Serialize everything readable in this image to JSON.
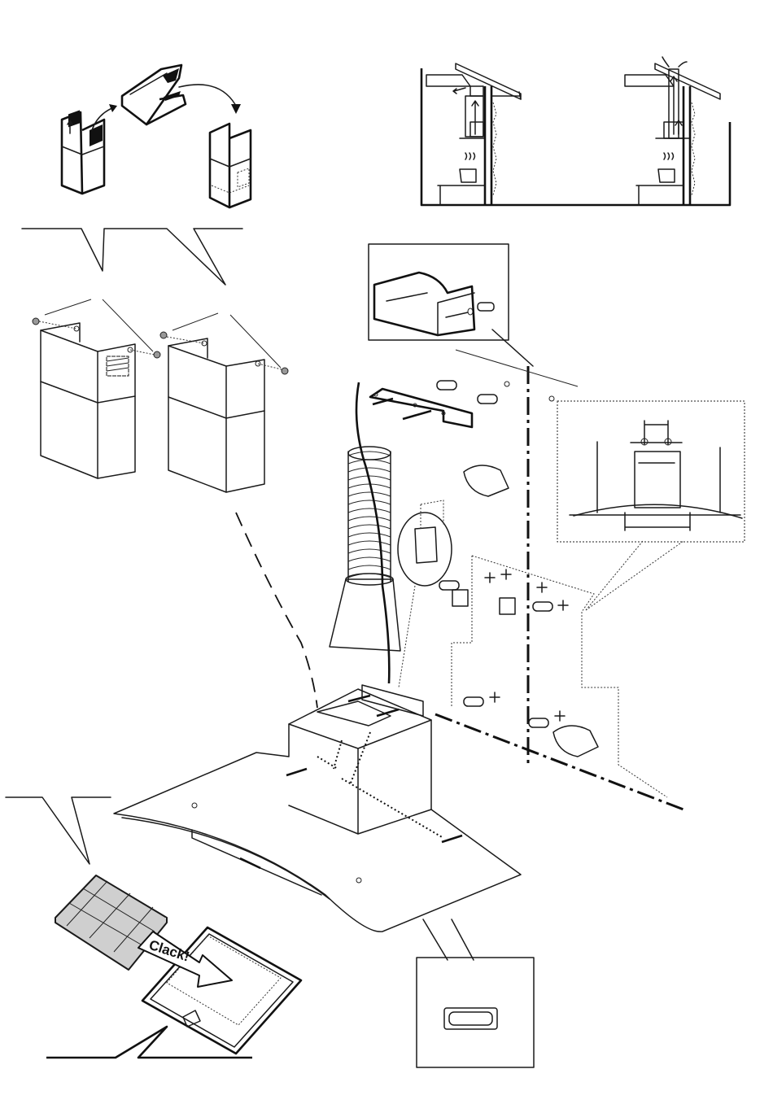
{
  "diagram": {
    "title": "Cooker hood installation diagram",
    "panels": {
      "chimney_conversion": "chimney-conversion",
      "venting_modes": [
        "recirculation-mode",
        "extraction-mode"
      ],
      "wall_plug_detail": "wall-plug-detail",
      "dimension_detail": "mounting-dimension-detail",
      "chimney_parts": [
        "upper-chimney-with-grille",
        "upper-chimney-plain"
      ],
      "hood_assembly": "hood-body-assembly",
      "carbon_filter": "carbon-filter-install",
      "control_detail": "control-button-detail"
    },
    "labels": {
      "clack": "Clack!"
    },
    "colors": {
      "line": "#111111",
      "filter_fill": "#cfcfcf",
      "background": "#ffffff"
    }
  }
}
